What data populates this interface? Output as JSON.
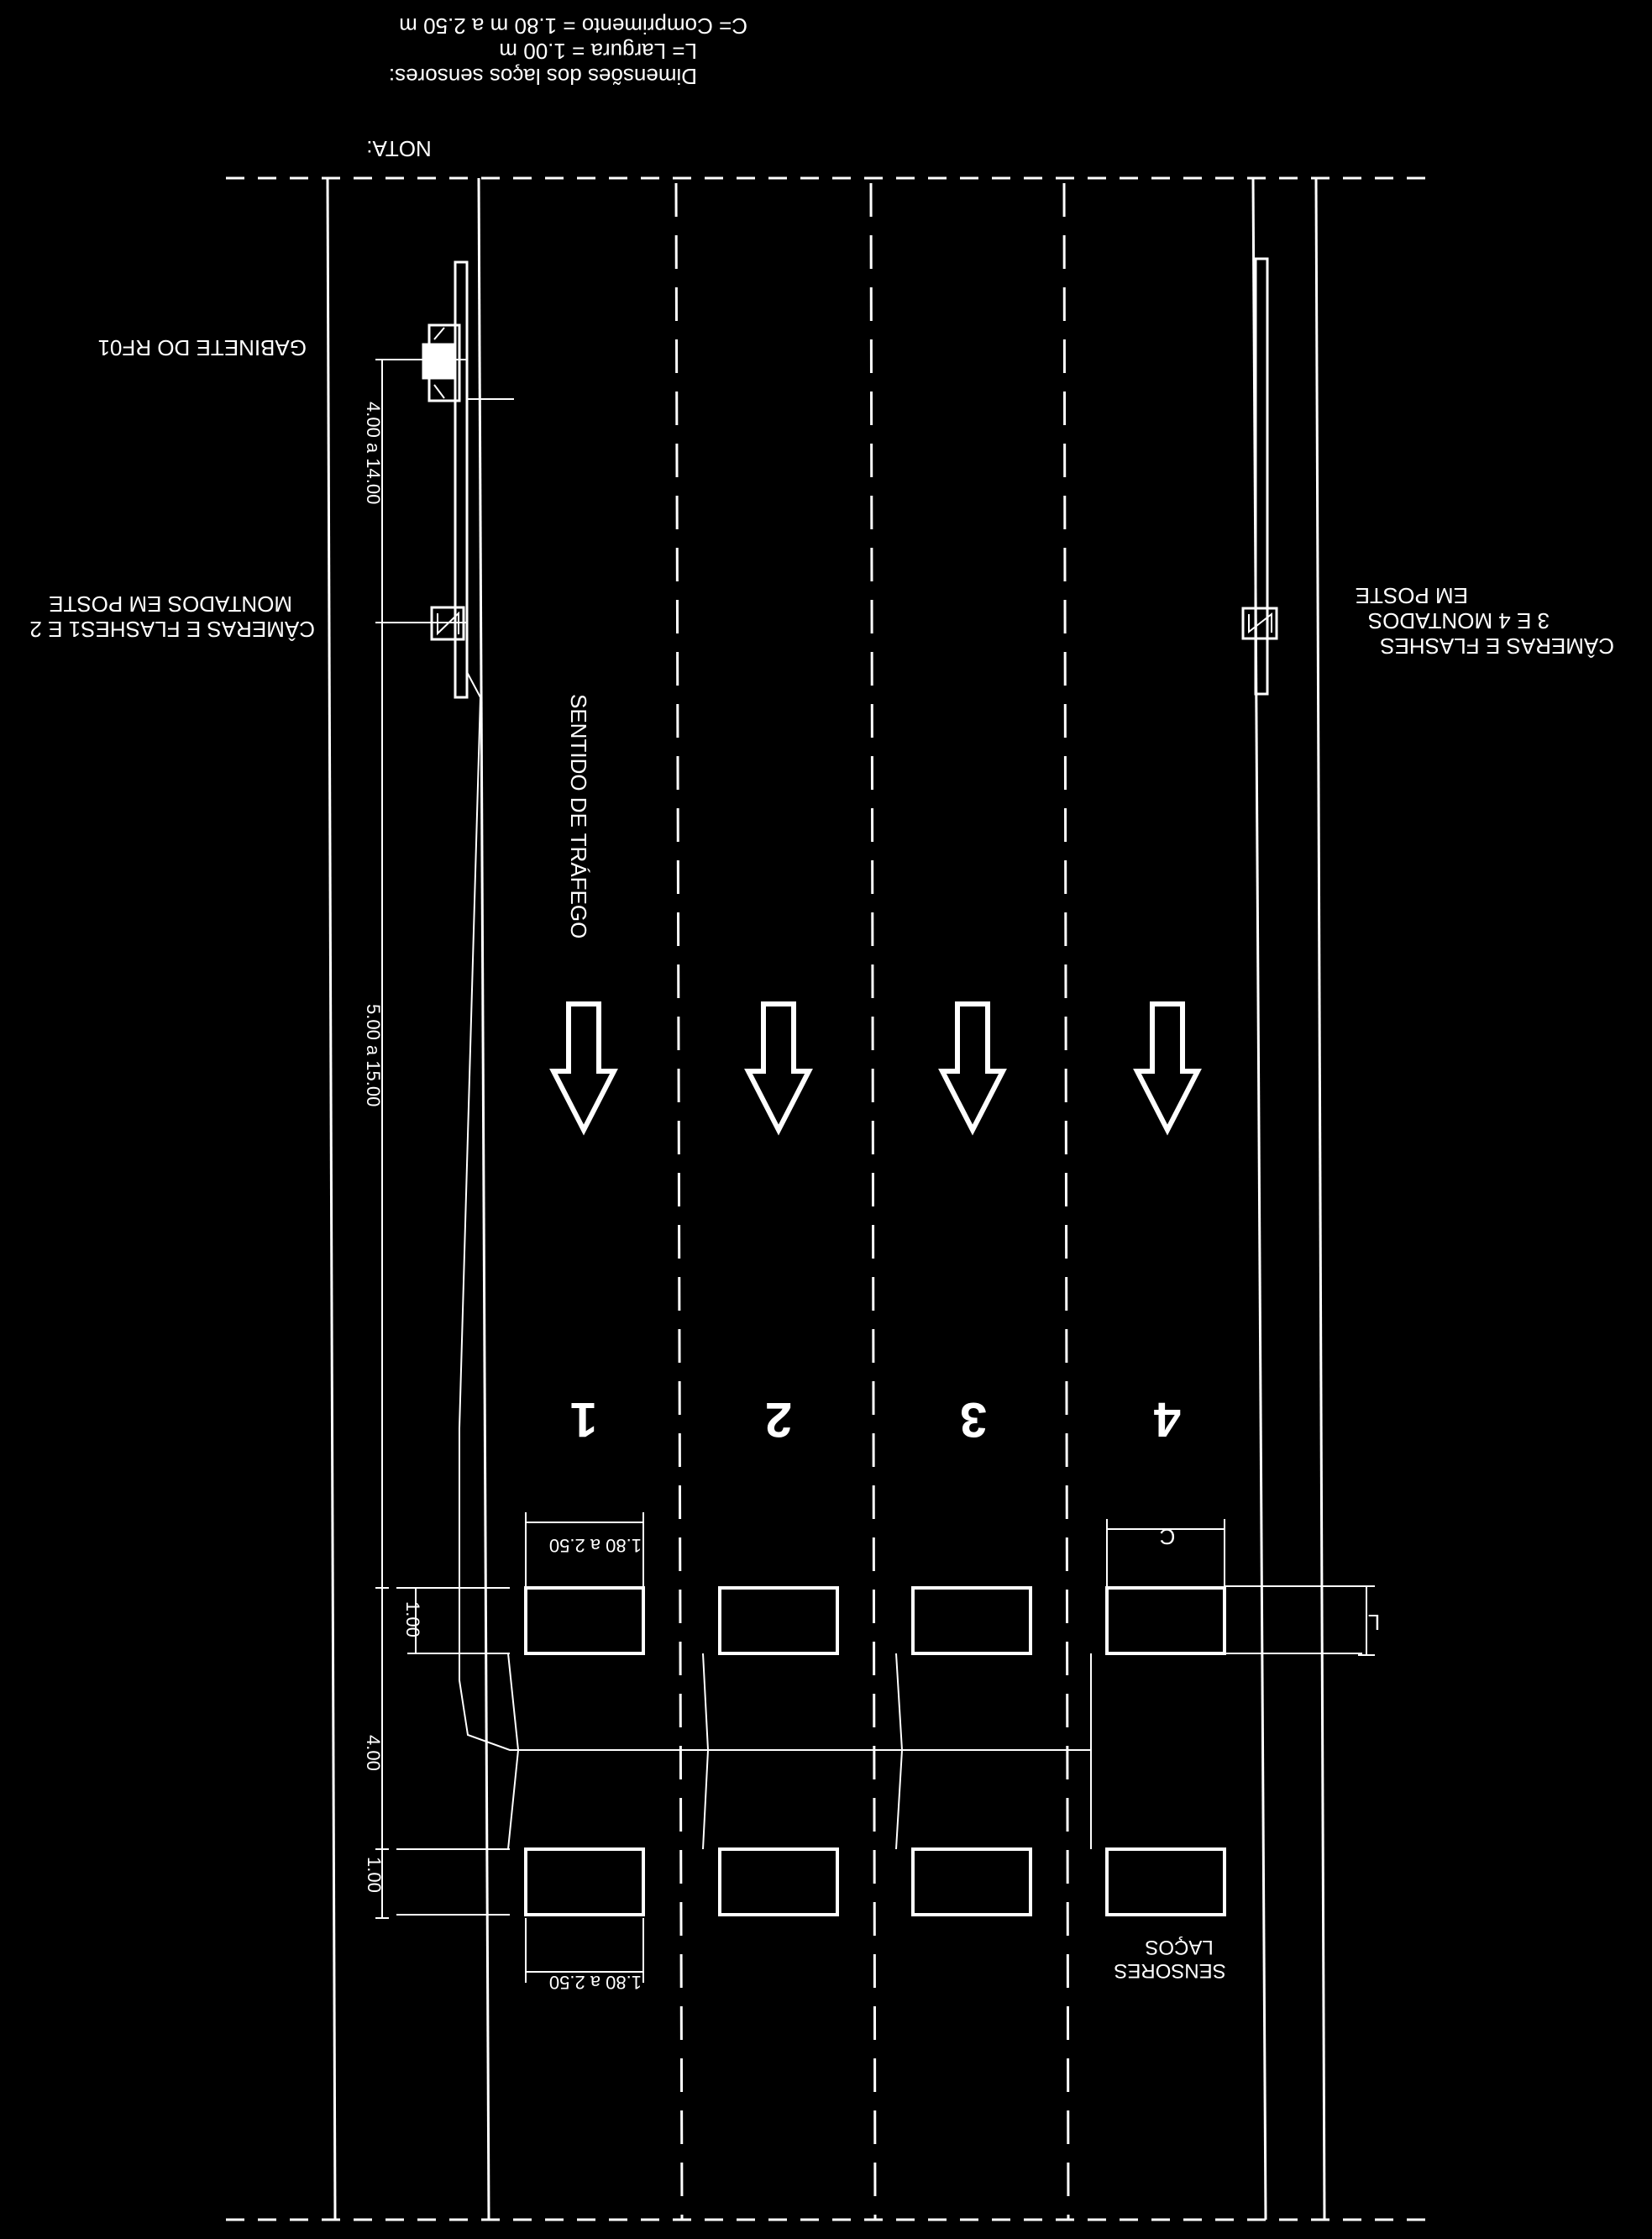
{
  "note": {
    "title": "NOTA:",
    "line1": "Dimensões dos laços sensores:",
    "line2": "L= Largura = 1.00 m",
    "line3": "C= Comprimento = 1.80 m  a 2.50 m"
  },
  "labels": {
    "cabinet": "GABINETE DO RF01",
    "cameras_12_line1": "CÂMERAS E FLASHES1 E 2",
    "cameras_12_line2": "MONTADOS EM POSTE",
    "cameras_34_line1": "CÂMERAS E FLASHES",
    "cameras_34_line2": "3 E 4 MONTADOS",
    "cameras_34_line3": "EM POSTE",
    "flow_direction": "SENTIDO DE TRÁFEGO",
    "loops_line1": "LAÇOS",
    "loops_line2": "SENSORES",
    "camera_icon": "R",
    "lane_numbers": [
      "1",
      "2",
      "3",
      "4"
    ]
  },
  "dimensions": {
    "camera_to_cabinet": "4.00 a 14.00",
    "loops_to_cameras": "5.00 a 15.00",
    "loop_spacing": "4.00",
    "loop_width_a": "1.00",
    "loop_width_b": "1.00",
    "loop_length_a": "1.80  a  2.50",
    "loop_length_b": "1.80  a  2.50",
    "L": "L",
    "C": "C"
  }
}
